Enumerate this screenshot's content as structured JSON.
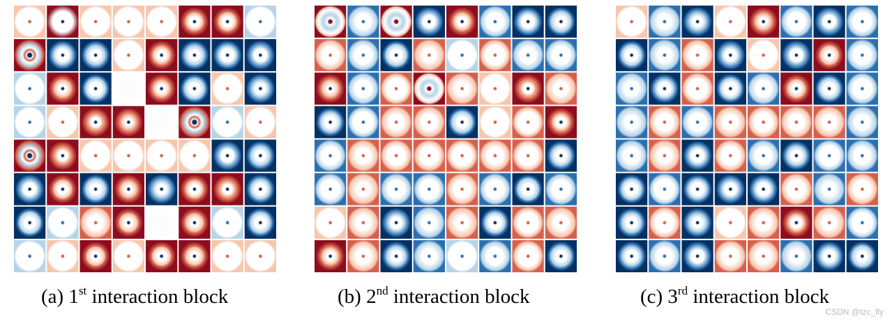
{
  "panels": [
    {
      "id": "a",
      "label": "(a) 1",
      "sup": "st",
      "rest": " interaction block",
      "grid": [
        [
          "R0",
          "D6",
          "R1",
          "R1",
          "R0",
          "DR8",
          "DR7",
          "B1"
        ],
        [
          "BR5",
          "DB4",
          "DB9",
          "R0",
          "DR3",
          "DB3",
          "DB3",
          "DB9"
        ],
        [
          "B1",
          "DR5",
          "DB9",
          "N0",
          "DR9",
          "DB3",
          "R2",
          "DB5"
        ],
        [
          "B2",
          "R1",
          "DR6",
          "DR9",
          "N0",
          "BR8",
          "B1",
          "R2"
        ],
        [
          "BR5",
          "DR7",
          "R2",
          "R2",
          "R2",
          "R1",
          "DB7",
          "DB9"
        ],
        [
          "DB9",
          "DR9",
          "DB6",
          "DR9",
          "DB9",
          "DR8",
          "DR9",
          "DB7"
        ],
        [
          "DB7",
          "B1",
          "R6",
          "DR9",
          "N0",
          "DR7",
          "B2",
          "DB9"
        ],
        [
          "B1",
          "R1",
          "DR9",
          "R2",
          "DR9",
          "DR8",
          "R1",
          "R1"
        ]
      ]
    },
    {
      "id": "b",
      "label": "(b) 2",
      "sup": "nd",
      "rest": " interaction block",
      "grid": [
        [
          "RB5",
          "B5",
          "RB5",
          "DB5",
          "DR5",
          "B3",
          "DB5",
          "DB5"
        ],
        [
          "R3",
          "B5",
          "DB5",
          "R3",
          "B2",
          "R3",
          "B5",
          "B5"
        ],
        [
          "DR5",
          "B5",
          "R3",
          "RB5",
          "R3",
          "R2",
          "DR5",
          "R3"
        ],
        [
          "DB5",
          "B5",
          "R5",
          "R5",
          "DB5",
          "R2",
          "R5",
          "DR5"
        ],
        [
          "B3",
          "R3",
          "R3",
          "R5",
          "R5",
          "R3",
          "R5",
          "DB5"
        ],
        [
          "B5",
          "R3",
          "B5",
          "B5",
          "R3",
          "B3",
          "DB5",
          "B5"
        ],
        [
          "R2",
          "R5",
          "DB5",
          "B5",
          "R3",
          "DB5",
          "R3",
          "R3"
        ],
        [
          "DR5",
          "R5",
          "DB5",
          "B3",
          "B2",
          "B3",
          "R3",
          "DB5"
        ]
      ]
    },
    {
      "id": "c",
      "label": "(c) 3",
      "sup": "rd",
      "rest": " interaction block",
      "grid": [
        [
          "R2",
          "B3",
          "DB5",
          "R2",
          "DR5",
          "B3",
          "DB5",
          "B3"
        ],
        [
          "DB7",
          "B5",
          "R3",
          "DB5",
          "R2",
          "DB5",
          "DR5",
          "B3"
        ],
        [
          "B3",
          "DB5",
          "R3",
          "DB5",
          "B5",
          "DR5",
          "DB5",
          "B5"
        ],
        [
          "B5",
          "R5",
          "B3",
          "R5",
          "R3",
          "R5",
          "R3",
          "B5"
        ],
        [
          "B3",
          "R5",
          "DB5",
          "R3",
          "B5",
          "DB5",
          "B5",
          "B5"
        ],
        [
          "DB7",
          "B5",
          "DB5",
          "DB5",
          "DB5",
          "R3",
          "B5",
          "R5"
        ],
        [
          "DB5",
          "R5",
          "DB5",
          "R2",
          "R3",
          "DR5",
          "R3",
          "B5"
        ],
        [
          "DB5",
          "B3",
          "DB5",
          "R5",
          "R5",
          "B5",
          "DB5",
          "DB5"
        ]
      ]
    }
  ],
  "watermark": "CSDN @tzc_fly"
}
